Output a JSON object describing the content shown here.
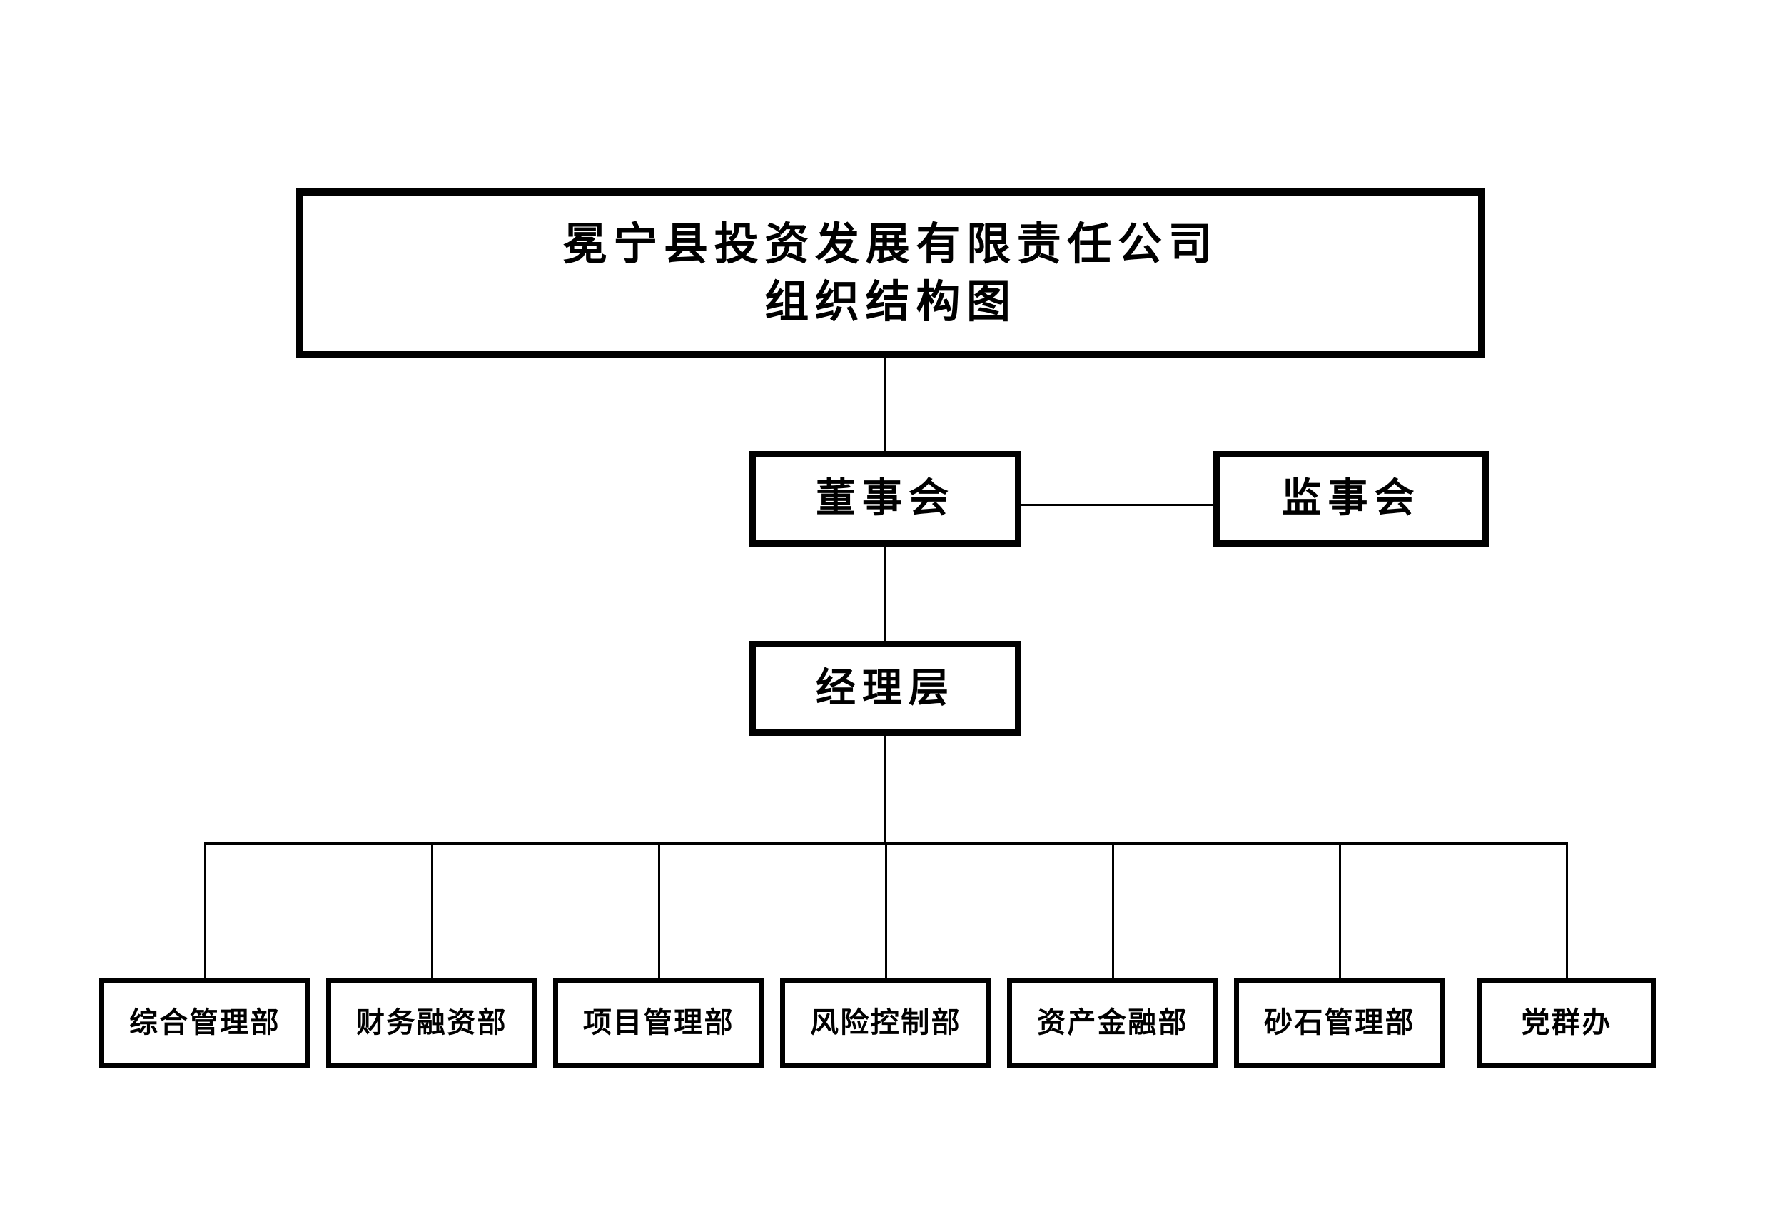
{
  "chart": {
    "title_line1": "冕宁县投资发展有限责任公司",
    "title_line2": "组织结构图",
    "title_full": "冕宁县投资发展有限责任公司\n组织结构图"
  },
  "nodes": {
    "root": {
      "label": "冕宁县投资发展有限责任公司\n组织结构图",
      "level": 1
    },
    "board": {
      "label": "董事会",
      "level": 2
    },
    "supervisors": {
      "label": "监事会",
      "level": 2
    },
    "management": {
      "label": "经理层",
      "level": 3
    }
  },
  "departments": [
    {
      "label": "综合管理部"
    },
    {
      "label": "财务融资部"
    },
    {
      "label": "项目管理部"
    },
    {
      "label": "风险控制部"
    },
    {
      "label": "资产金融部"
    },
    {
      "label": "砂石管理部"
    },
    {
      "label": "党群办"
    }
  ],
  "colors": {
    "background": "#ffffff",
    "box_border": "#000000",
    "text": "#000000",
    "connector": "#000000"
  }
}
